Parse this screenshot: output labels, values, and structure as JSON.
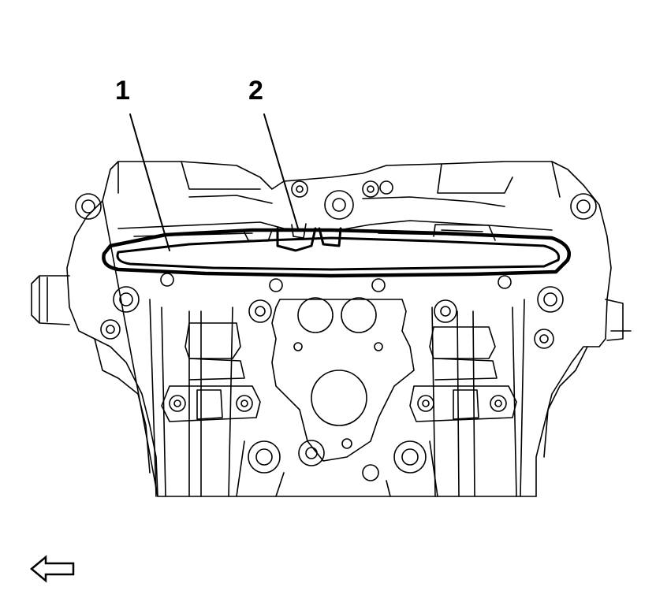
{
  "callouts": [
    {
      "id": "1",
      "label": "1"
    },
    {
      "id": "2",
      "label": "2"
    }
  ],
  "icons": {
    "direction_arrow": "left-arrow-icon"
  },
  "colors": {
    "line": "#000000",
    "background": "#ffffff"
  }
}
